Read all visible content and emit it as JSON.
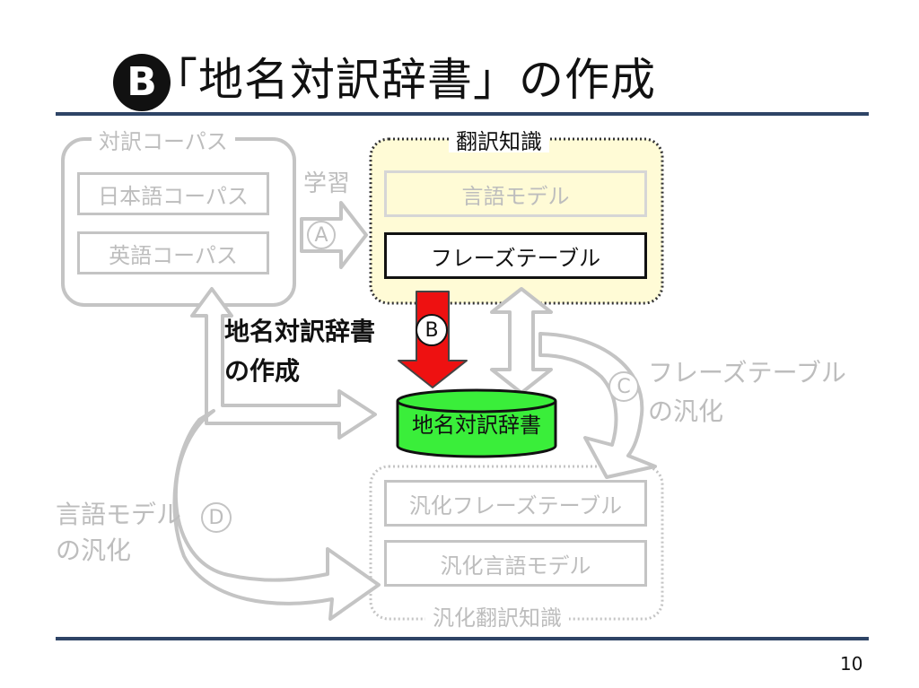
{
  "title": {
    "marker": "B",
    "text": "「地名対訳辞書」の作成"
  },
  "corpus_group": {
    "label": "対訳コーパス",
    "items": [
      "日本語コーパス",
      "英語コーパス"
    ]
  },
  "learning": {
    "label": "学習",
    "marker": "A"
  },
  "knowledge_group": {
    "label": "翻訳知識",
    "items": [
      "言語モデル",
      "フレーズテーブル"
    ]
  },
  "creation": {
    "line1": "地名対訳辞書",
    "line2": "の作成",
    "marker": "B"
  },
  "dictionary": {
    "label": "地名対訳辞書"
  },
  "phrase_generalization": {
    "marker": "C",
    "line1": "フレーズテーブル",
    "line2": "の汎化"
  },
  "lm_generalization": {
    "marker": "D",
    "line1": "言語モデル",
    "line2": "の汎化"
  },
  "generalized_group": {
    "label": "汎化翻訳知識",
    "items": [
      "汎化フレーズテーブル",
      "汎化言語モデル"
    ]
  },
  "page_number": "10",
  "colors": {
    "rule": "#2e4466",
    "inactive": "#bdbdbd",
    "knowledge_fill": "#fffbd6",
    "dictionary_fill": "#3aee3a",
    "red_arrow": "#ee1111"
  }
}
